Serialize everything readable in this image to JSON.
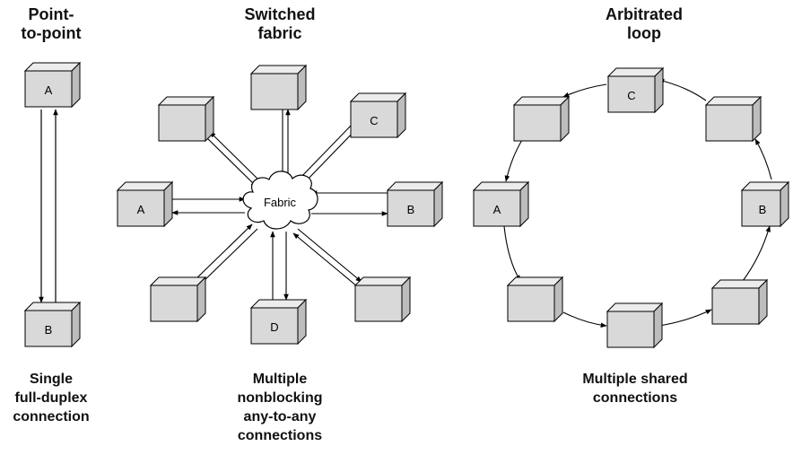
{
  "colors": {
    "box_face": "#d9d9d9",
    "box_top": "#ececec",
    "box_side": "#bdbdbd",
    "stroke": "#000000"
  },
  "point_to_point": {
    "title": "Point-\nto-point",
    "caption": "Single\nfull-duplex\nconnection",
    "nodes": {
      "a": "A",
      "b": "B"
    }
  },
  "switched_fabric": {
    "title": "Switched\nfabric",
    "caption": "Multiple\nnonblocking\nany-to-any\nconnections",
    "hub_label": "Fabric",
    "nodes": {
      "a": "A",
      "b": "B",
      "c": "C",
      "d": "D"
    }
  },
  "arbitrated_loop": {
    "title": "Arbitrated\nloop",
    "caption": "Multiple shared\nconnections",
    "nodes": {
      "a": "A",
      "b": "B",
      "c": "C"
    }
  }
}
